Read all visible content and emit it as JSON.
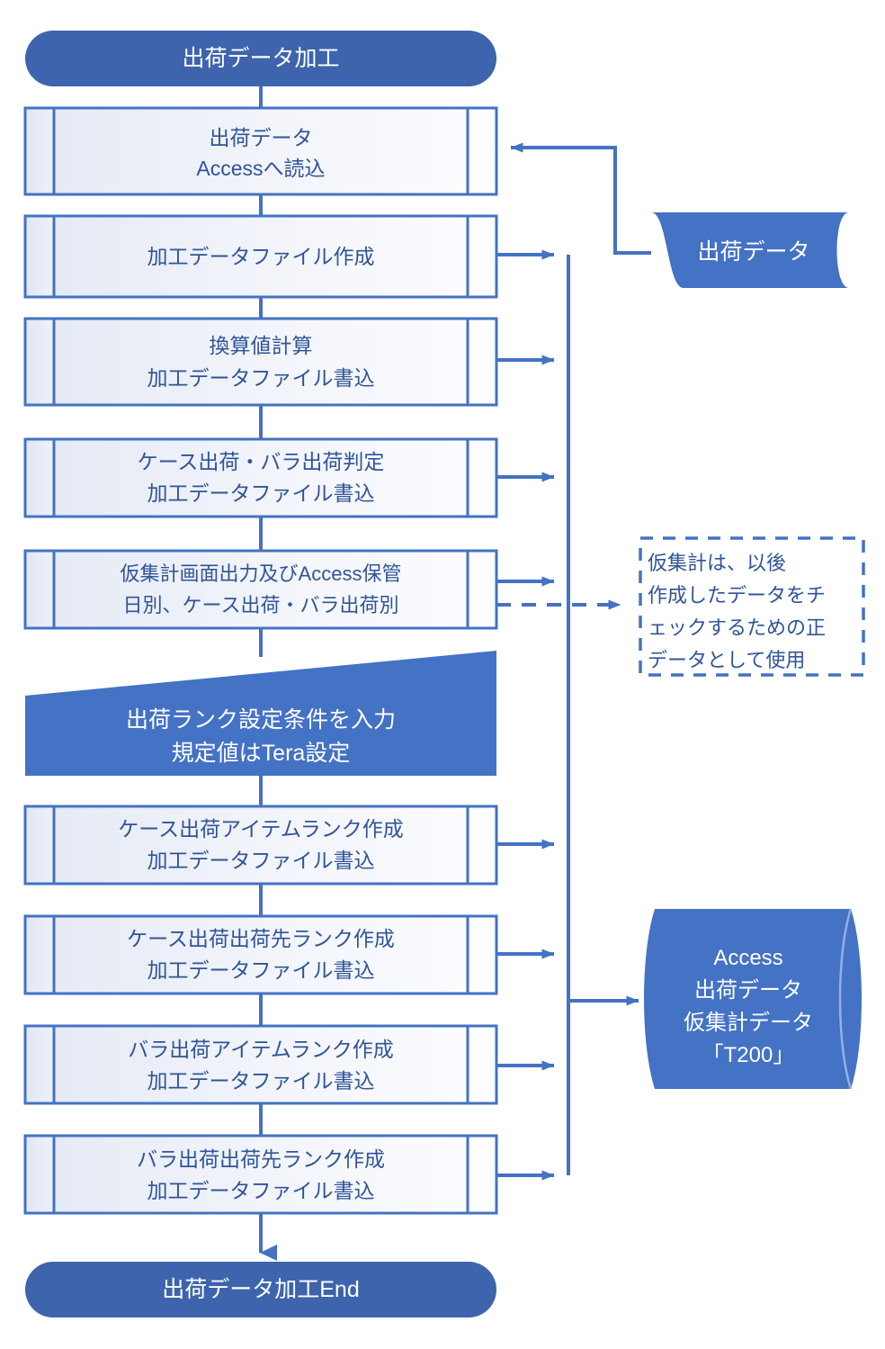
{
  "diagram": {
    "title": "出荷データ加工",
    "type": "flowchart",
    "colors": {
      "terminator_fill": "#3d64ac",
      "accent": "#4472c4",
      "line": "#4472c4",
      "process_text": "#2f5597",
      "process_border": "#4472c4",
      "process_fill_start": "#e6eaf4",
      "process_fill_end": "#fdfdff",
      "note_border": "#4472c4",
      "white_text": "#ffffff"
    },
    "start": {
      "shape": "terminator",
      "label": "出荷データ加工"
    },
    "end": {
      "shape": "terminator",
      "label": "出荷データ加工End"
    },
    "steps": [
      {
        "id": "p1",
        "shape": "predefined-process",
        "lines": [
          "出荷データ",
          "Accessへ読込"
        ]
      },
      {
        "id": "p2",
        "shape": "predefined-process",
        "lines": [
          "加工データファイル作成"
        ]
      },
      {
        "id": "p3",
        "shape": "predefined-process",
        "lines": [
          "換算値計算",
          "加工データファイル書込"
        ]
      },
      {
        "id": "p4",
        "shape": "predefined-process",
        "lines": [
          "ケース出荷・バラ出荷判定",
          "加工データファイル書込"
        ]
      },
      {
        "id": "p5",
        "shape": "predefined-process",
        "lines": [
          "仮集計画面出力及びAccess保管",
          "日別、ケース出荷・バラ出荷別"
        ]
      },
      {
        "id": "p6",
        "shape": "manual-input",
        "lines": [
          "出荷ランク設定条件を入力",
          "規定値はTera設定"
        ]
      },
      {
        "id": "p7",
        "shape": "predefined-process",
        "lines": [
          "ケース出荷アイテムランク作成",
          "加工データファイル書込"
        ]
      },
      {
        "id": "p8",
        "shape": "predefined-process",
        "lines": [
          "ケース出荷出荷先ランク作成",
          "加工データファイル書込"
        ]
      },
      {
        "id": "p9",
        "shape": "predefined-process",
        "lines": [
          "バラ出荷アイテムランク作成",
          "加工データファイル書込"
        ]
      },
      {
        "id": "p10",
        "shape": "predefined-process",
        "lines": [
          "バラ出荷出荷先ランク作成",
          "加工データファイル書込"
        ]
      }
    ],
    "data_sources": [
      {
        "id": "d1",
        "shape": "tape-document",
        "lines": [
          "出荷データ"
        ]
      }
    ],
    "databases": [
      {
        "id": "db1",
        "shape": "cylinder",
        "lines": [
          "Access",
          "出荷データ",
          "仮集計データ",
          "「T200」"
        ]
      }
    ],
    "notes": [
      {
        "id": "n1",
        "shape": "dashed-note",
        "lines": [
          "仮集計は、以後",
          "作成したデータをチ",
          "ェックするための正",
          "データとして使用"
        ]
      }
    ]
  }
}
